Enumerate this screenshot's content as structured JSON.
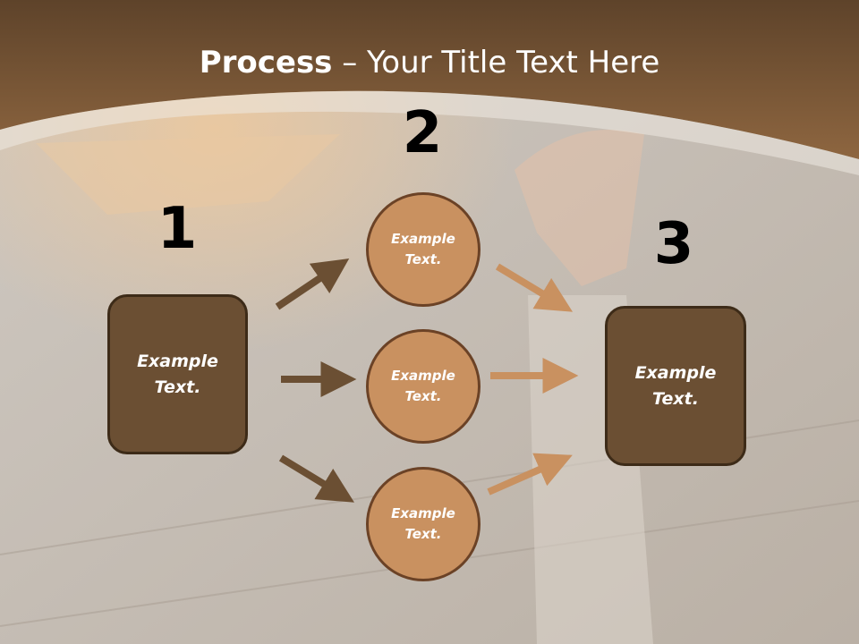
{
  "title": {
    "bold": "Process",
    "rest": " – Your Title Text Here"
  },
  "steps": {
    "n1": "1",
    "n2": "2",
    "n3": "3"
  },
  "left_box": {
    "text": "Example Text."
  },
  "right_box": {
    "text": "Example Text."
  },
  "circles": [
    {
      "text": "Example Text."
    },
    {
      "text": "Example Text."
    },
    {
      "text": "Example Text."
    }
  ],
  "colors": {
    "banner": "#7d5836",
    "box": "#6b4f33",
    "circle": "#c99160",
    "arrow_dark": "#6b4f33",
    "arrow_light": "#c99160"
  }
}
